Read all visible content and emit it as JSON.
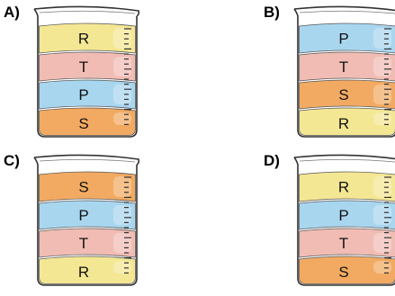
{
  "colors": {
    "R": "#f4e794",
    "T": "#f1bcb4",
    "P": "#a9d6ef",
    "S": "#f2aa62",
    "outline": "#333333",
    "glass": "#ffffff"
  },
  "options": [
    {
      "label": "A)",
      "layers": [
        "R",
        "T",
        "P",
        "S"
      ]
    },
    {
      "label": "B)",
      "layers": [
        "P",
        "T",
        "S",
        "R"
      ]
    },
    {
      "label": "C)",
      "layers": [
        "S",
        "P",
        "T",
        "R"
      ]
    },
    {
      "label": "D)",
      "layers": [
        "R",
        "P",
        "T",
        "S"
      ]
    }
  ]
}
